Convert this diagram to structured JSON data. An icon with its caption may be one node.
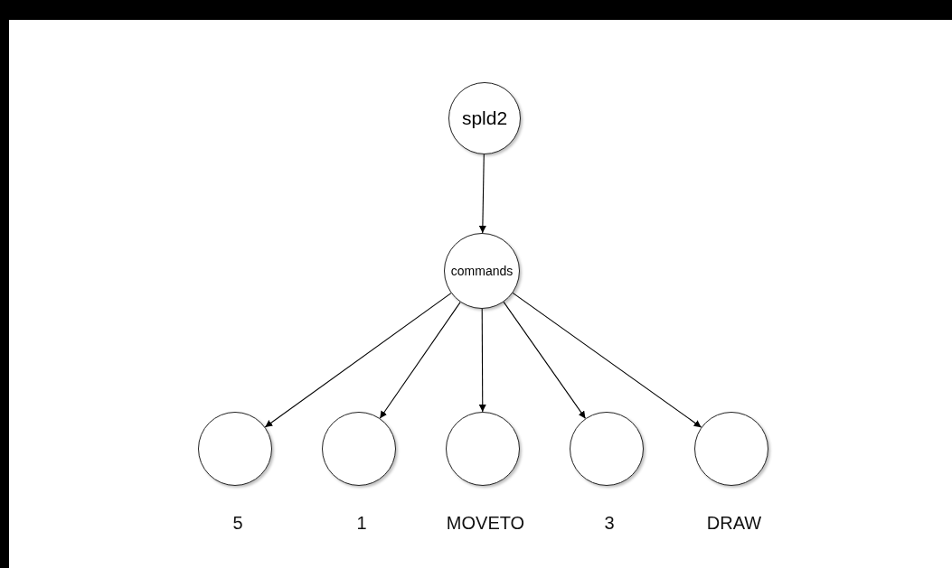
{
  "diagram": {
    "nodes": [
      {
        "text": [
          "spld2"
        ]
      },
      {
        "text": [
          "commands"
        ]
      },
      {
        "text": [],
        "shape": "circle",
        "beside": [
          "5"
        ]
      },
      {
        "text": [],
        "shape": "circle",
        "beside": [
          "1"
        ]
      },
      {
        "text": [],
        "shape": "circle",
        "beside": [
          "MOVETO"
        ]
      },
      {
        "text": [],
        "shape": "circle",
        "beside": [
          "3"
        ]
      },
      {
        "text": [],
        "shape": "circle",
        "beside": [
          "DRAW"
        ]
      }
    ],
    "edges": [
      {
        "from": 0,
        "to": 1,
        "arrow": "to"
      },
      {
        "from": 1,
        "to": 2,
        "arrow": "to"
      },
      {
        "from": 1,
        "to": 3,
        "arrow": "to"
      },
      {
        "from": 1,
        "to": 4,
        "arrow": "to"
      },
      {
        "from": 1,
        "to": 5,
        "arrow": "to"
      },
      {
        "from": 1,
        "to": 6,
        "arrow": "to"
      }
    ]
  }
}
